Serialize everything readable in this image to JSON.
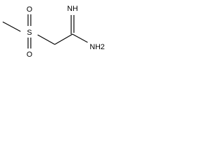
{
  "molecule": {
    "atoms": {
      "sulfur": "S",
      "oxygen_top": "O",
      "oxygen_bottom": "O",
      "imine": "NH",
      "amine": "NH2"
    },
    "bond_color": "#000000",
    "text_color": "#000000",
    "background": "#ffffff"
  }
}
